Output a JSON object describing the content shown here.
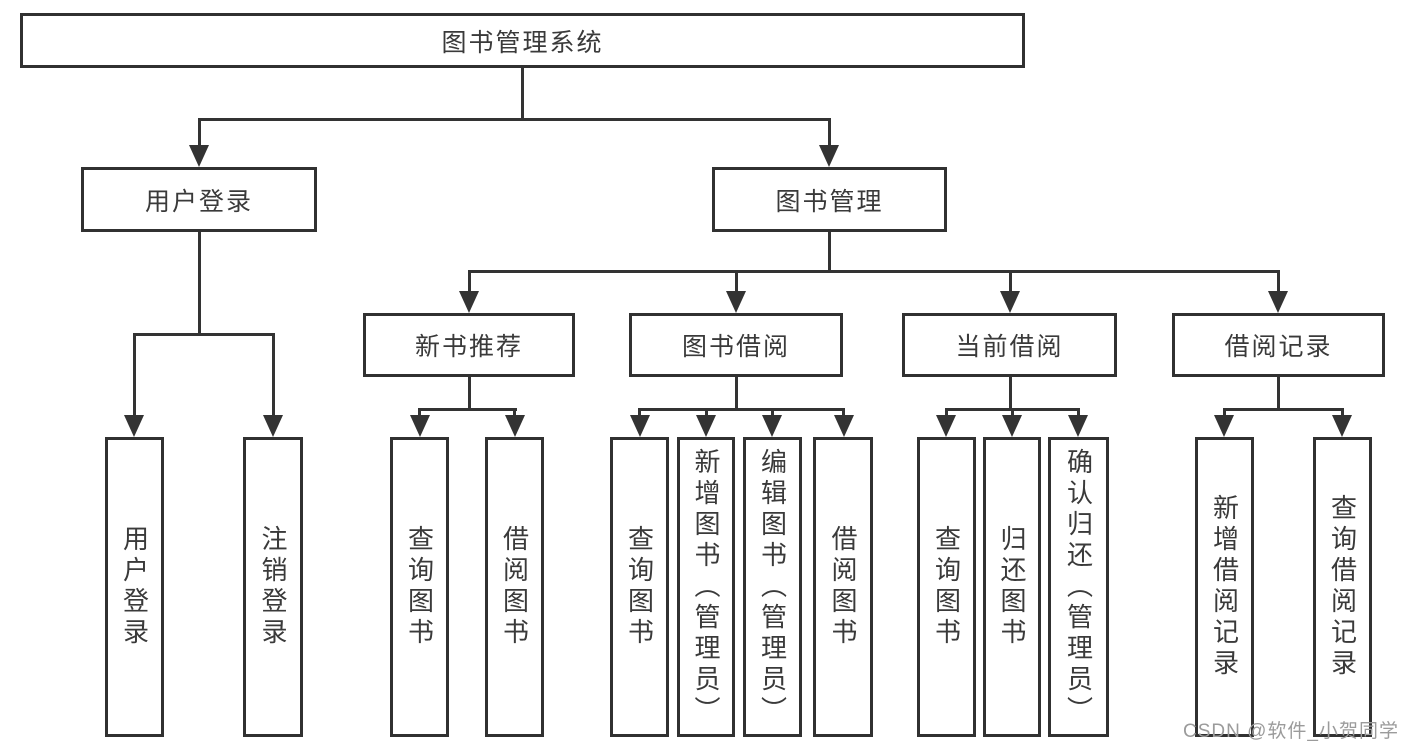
{
  "diagram": {
    "root": "图书管理系统",
    "branches": [
      {
        "label": "用户登录",
        "leaves": [
          "用户登录",
          "注销登录"
        ]
      },
      {
        "label": "图书管理",
        "children": [
          {
            "label": "新书推荐",
            "leaves": [
              "查询图书",
              "借阅图书"
            ]
          },
          {
            "label": "图书借阅",
            "leaves": [
              "查询图书",
              "新增图书（管理员）",
              "编辑图书（管理员）",
              "借阅图书"
            ]
          },
          {
            "label": "当前借阅",
            "leaves": [
              "查询图书",
              "归还图书",
              "确认归还（管理员）"
            ]
          },
          {
            "label": "借阅记录",
            "leaves": [
              "新增借阅记录",
              "查询借阅记录"
            ]
          }
        ]
      }
    ]
  },
  "watermark": {
    "text": "CSDN @软件_小贺同学"
  },
  "colors": {
    "line": "#333333",
    "box_border": "#313131",
    "text": "#3a3a3a",
    "watermark": "#9b9b9b",
    "background": "#ffffff"
  }
}
